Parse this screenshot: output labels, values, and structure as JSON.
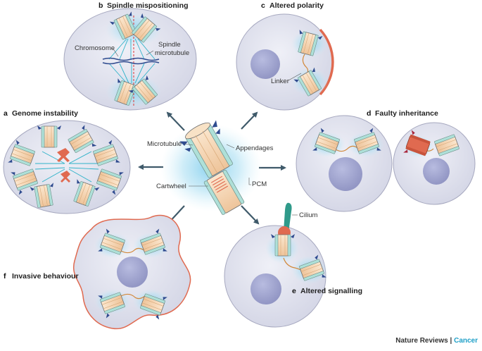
{
  "panels": {
    "a": {
      "letter": "a",
      "title": "Genome instability"
    },
    "b": {
      "letter": "b",
      "title": "Spindle mispositioning"
    },
    "c": {
      "letter": "c",
      "title": "Altered polarity"
    },
    "d": {
      "letter": "d",
      "title": "Faulty inheritance"
    },
    "e": {
      "letter": "e",
      "title": "Altered signalling"
    },
    "f": {
      "letter": "f",
      "title": "Invasive behaviour"
    }
  },
  "labels": {
    "chromosome": "Chromosome",
    "spindle_line1": "Spindle",
    "spindle_line2": "microtubule",
    "linker": "Linker",
    "microtubule": "Microtubule",
    "appendages": "Appendages",
    "cartwheel": "Cartwheel",
    "pcm": "PCM",
    "cilium": "Cilium"
  },
  "footer": {
    "publisher": "Nature Reviews",
    "separator": " | ",
    "journal": "Cancer"
  },
  "colors": {
    "cell_fill": "#dcdde9",
    "cell_stroke": "#a6a8bf",
    "nucleus": "#9fa3cc",
    "centriole_fill": "#f6d9b6",
    "centriole_edge": "#a9dcd5",
    "appendage": "#2f4b8f",
    "pcm_glow": "#8fd6f0",
    "chromosome": "#e06a50",
    "spindle": "#2fb2c9",
    "cortex": "#e06a50",
    "cilium": "#2f9a8a",
    "basal_body": "#e06a50",
    "accent": "#1fa0c8"
  }
}
